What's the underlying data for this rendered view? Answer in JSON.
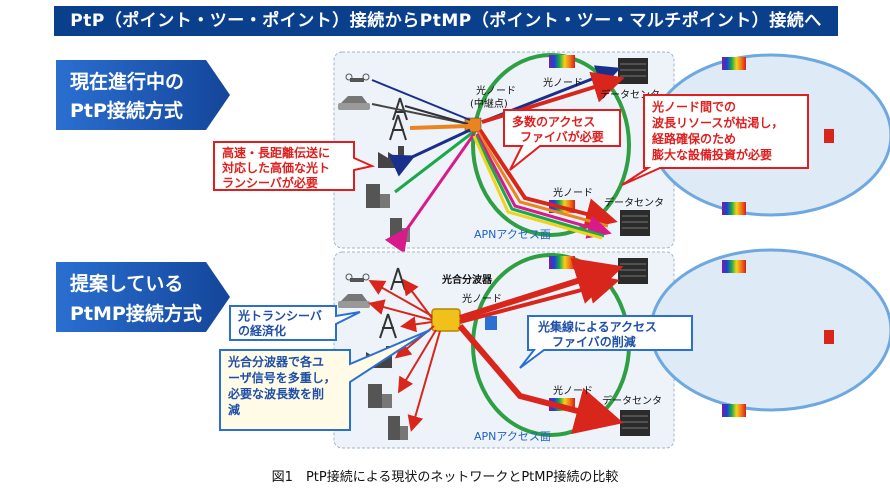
{
  "title": "PtP（ポイント・ツー・ポイント）接続からPtMP（ポイント・ツー・マルチポイント）接続へ",
  "section_current": {
    "line1": "現在進行中の",
    "line2": "PtP接続方式"
  },
  "section_proposed": {
    "line1": "提案している",
    "line2": "PtMP接続方式"
  },
  "top": {
    "light_node_relay_line1": "光ノード",
    "light_node_relay_line2": "(中継点)",
    "light_node_upper": "光ノード",
    "light_node_lower": "光ノード",
    "datacenter_upper": "データセンタ",
    "datacenter_lower": "データセンタ",
    "apn_area": "APNアクセス面",
    "callout_transceiver": [
      "高速・長距離伝送に",
      "対応した高価な光ト",
      "ランシーバが必要"
    ],
    "callout_fibers": [
      "多数のアクセス",
      "ファイバが必要"
    ],
    "callout_wavelength": [
      "光ノード間での",
      "波長リソースが枯渇し，",
      "経路確保のため",
      "膨大な設備投資が必要"
    ]
  },
  "bottom": {
    "combiner": "光合分波器",
    "light_node_upper": "光ノード",
    "light_node_lower": "光ノード",
    "datacenter": "データセンタ",
    "apn_area": "APNアクセス面",
    "callout_economize": [
      "光トランシーバ",
      "の経済化"
    ],
    "callout_multiplex": [
      "光合分波器で各ユ",
      "ーザ信号を多重し，",
      "必要な波長数を削",
      "減"
    ],
    "callout_aggregate": [
      "光集線によるアクセス",
      "ファイバの削減"
    ]
  },
  "caption": "図1　PtP接続による現状のネットワークとPtMP接続の比較",
  "colors": {
    "banner": "#0a3f8c",
    "section_blue": "#1f5fc4",
    "area_fill": "#eef3f9",
    "ring_green": "#2ea043",
    "ring_blue": "#6ea8e0",
    "callout_red": "#e01e1e",
    "callout_blue": "#2a6fd1",
    "arrow_red": "#d9261c"
  },
  "icons": [
    "drone-icon",
    "car-icon",
    "antenna-icon",
    "factory-icon",
    "building-icon",
    "server-rack-icon",
    "rainbow-transceiver-icon"
  ]
}
